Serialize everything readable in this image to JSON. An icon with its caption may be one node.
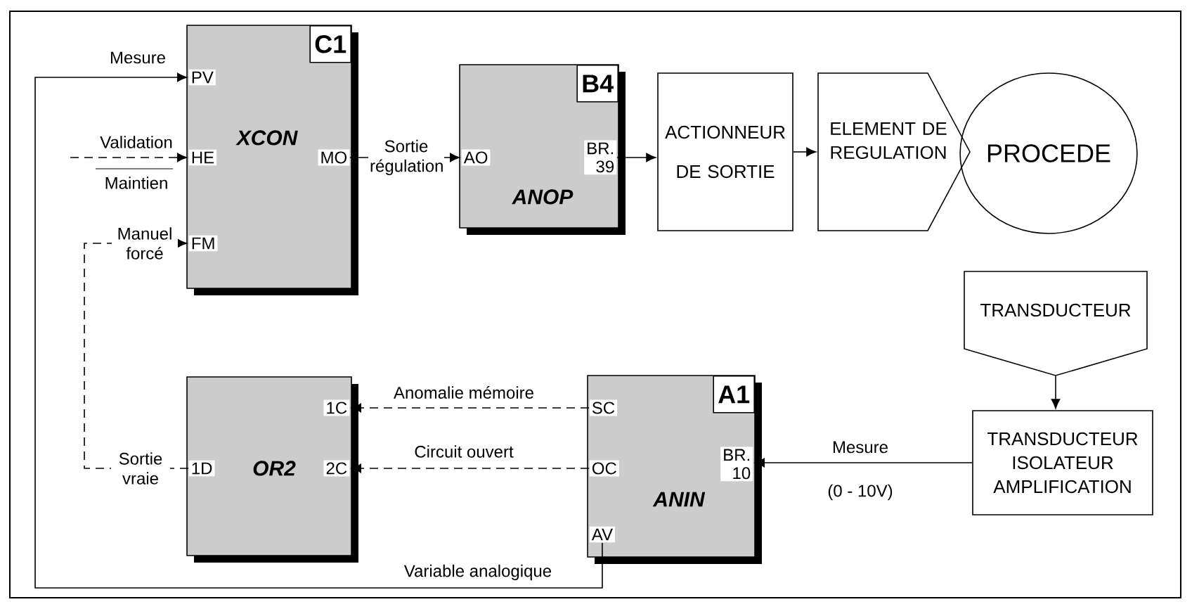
{
  "diagram": {
    "nodes": [
      {
        "text": [
          "C1",
          "XCON"
        ]
      },
      {
        "text": [
          "PV"
        ],
        "in": 0
      },
      {
        "text": [
          "HE"
        ],
        "in": 0
      },
      {
        "text": [
          "FM"
        ],
        "in": 0
      },
      {
        "text": [
          "MO"
        ],
        "in": 0
      },
      {
        "text": [
          "B4",
          "ANOP"
        ]
      },
      {
        "text": [
          "AO"
        ],
        "in": 5
      },
      {
        "text": [
          "BR. 39"
        ],
        "in": 5
      },
      {
        "text": [
          "ACTIONNEUR DE SORTIE"
        ]
      },
      {
        "text": [
          "ELEMENT DE REGULATION"
        ]
      },
      {
        "text": [
          "PROCEDE"
        ]
      },
      {
        "text": [
          "TRANSDUCTEUR"
        ]
      },
      {
        "text": [
          "TRANSDUCTEUR ISOLATEUR AMPLIFICATION"
        ]
      },
      {
        "text": [
          "OR2"
        ]
      },
      {
        "text": [
          "1C"
        ],
        "in": 13
      },
      {
        "text": [
          "2C"
        ],
        "in": 13
      },
      {
        "text": [
          "1D"
        ],
        "in": 13
      },
      {
        "text": [
          "A1",
          "ANIN"
        ]
      },
      {
        "text": [
          "SC"
        ],
        "in": 17
      },
      {
        "text": [
          "OC"
        ],
        "in": 17
      },
      {
        "text": [
          "BR. 10"
        ],
        "in": 17
      },
      {
        "text": [
          "AV"
        ],
        "in": 17
      }
    ],
    "edges": [
      {
        "from": 21,
        "to": 1,
        "arrow": "to",
        "label": "Mesure"
      },
      {
        "from": null,
        "to": 2,
        "arrow": "to",
        "style": "dashed",
        "label": "Validation"
      },
      {
        "from": 16,
        "to": 3,
        "arrow": "to",
        "style": "dashed",
        "label": "Manuel forcé"
      },
      {
        "from": 4,
        "to": 6,
        "arrow": "to",
        "label": "Sortie régulation"
      },
      {
        "from": 7,
        "to": 8,
        "arrow": "to"
      },
      {
        "from": 8,
        "to": 9,
        "arrow": "to"
      },
      {
        "from": 11,
        "to": 12,
        "arrow": "to"
      },
      {
        "from": 12,
        "to": 20,
        "arrow": "to",
        "label": "Mesure"
      },
      {
        "from": 18,
        "to": 14,
        "arrow": "to",
        "style": "dashed",
        "label": "Anomalie mémoire"
      },
      {
        "from": 19,
        "to": 15,
        "arrow": "to",
        "style": "dashed",
        "label": "Circuit ouvert"
      }
    ],
    "labels": [
      "Maintien",
      "Sortie vraie",
      "Variable analogique",
      "(0 - 10V)"
    ]
  }
}
